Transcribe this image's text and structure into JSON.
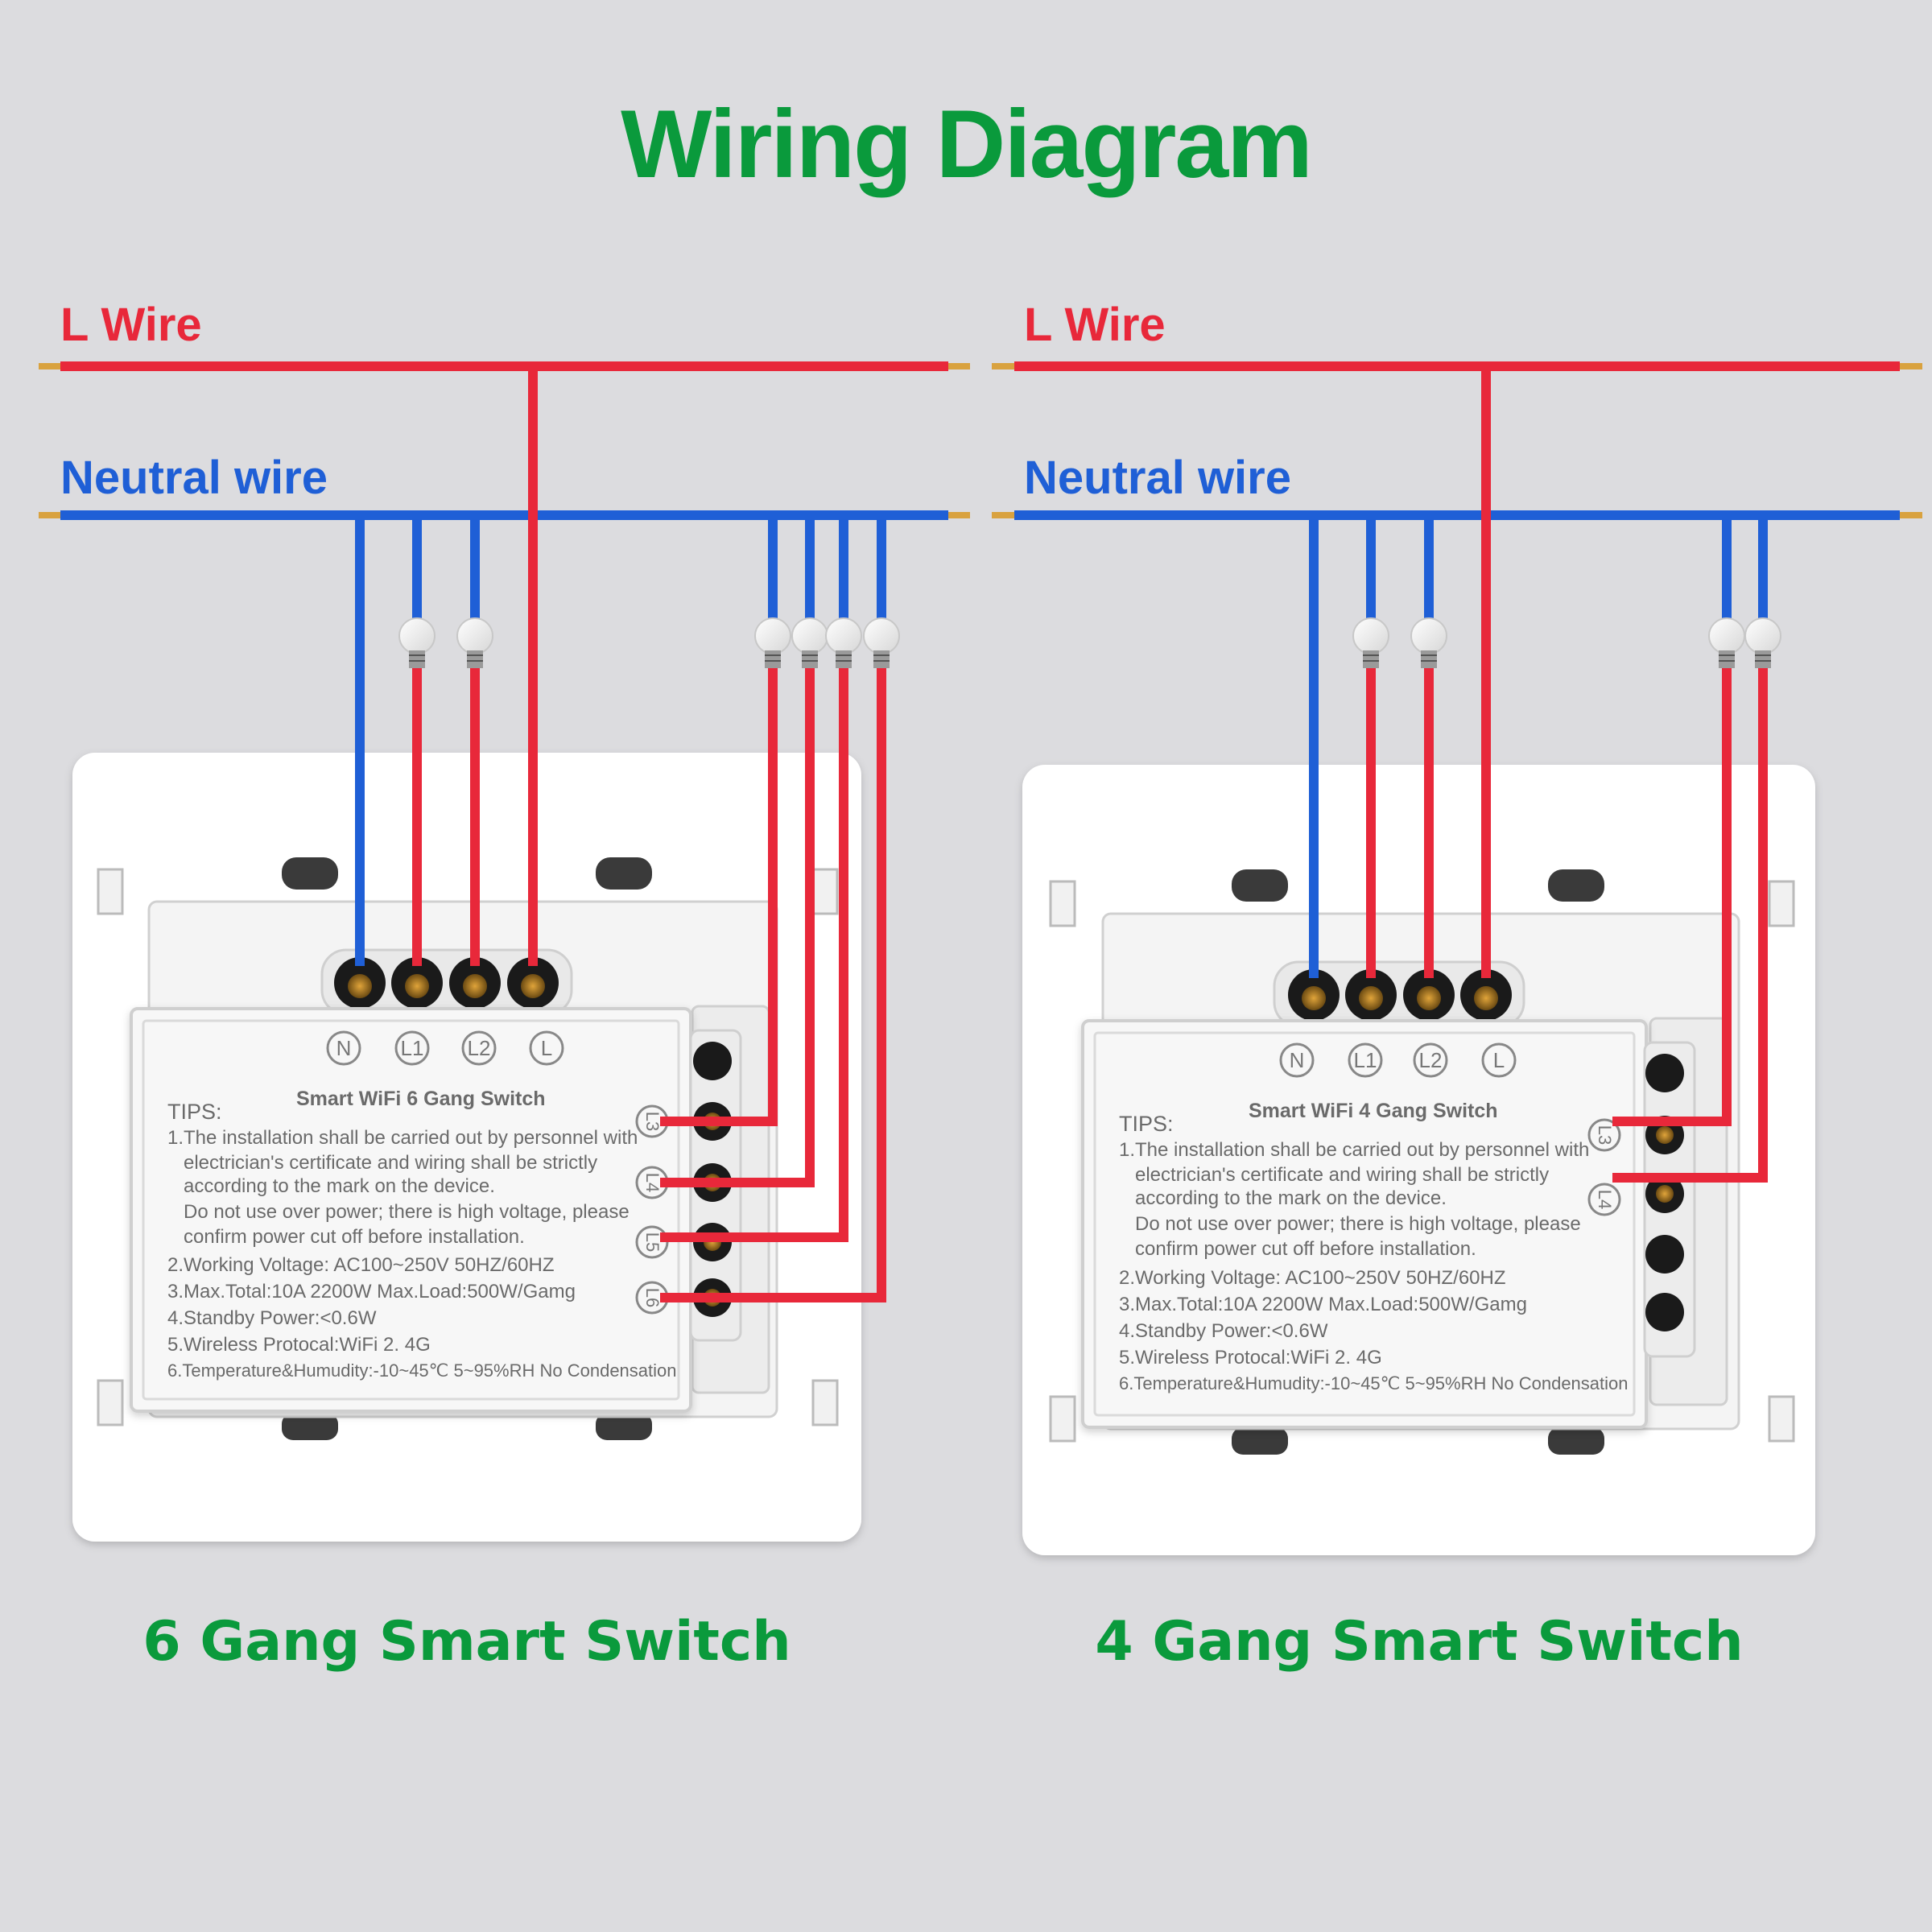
{
  "title": "Wiring Diagram",
  "colors": {
    "title_green": "#0a9a3c",
    "live_red": "#e8283a",
    "neutral_blue": "#1f5fd6",
    "background": "#dcdcdf"
  },
  "left_panel": {
    "l_wire_label": "L Wire",
    "neutral_wire_label": "Neutral wire",
    "caption": "6 Gang Smart Switch",
    "module": {
      "top_terminals": [
        "N",
        "L1",
        "L2",
        "L"
      ],
      "side_terminals": [
        "L3",
        "L4",
        "L5",
        "L6"
      ],
      "heading": "Smart WiFi  6 Gang Switch",
      "tips_title": "TIPS:",
      "tips": [
        "1.The installation shall be carried out by personnel with",
        "electrician's certificate and wiring shall be strictly",
        "according to the mark on the device.",
        "Do not use over power; there is high voltage, please",
        "confirm power cut off before installation.",
        "2.Working Voltage: AC100~250V   50HZ/60HZ",
        "3.Max.Total:10A 2200W   Max.Load:500W/Gamg",
        "4.Standby Power:<0.6W",
        "5.Wireless Protocal:WiFi 2. 4G",
        "6.Temperature&Humudity:-10~45℃ 5~95%RH No Condensation"
      ]
    }
  },
  "right_panel": {
    "l_wire_label": "L Wire",
    "neutral_wire_label": "Neutral wire",
    "caption": "4 Gang Smart Switch",
    "module": {
      "top_terminals": [
        "N",
        "L1",
        "L2",
        "L"
      ],
      "side_terminals": [
        "L3",
        "L4"
      ],
      "heading": "Smart WiFi  4 Gang Switch",
      "tips_title": "TIPS:",
      "tips": [
        "1.The installation shall be carried out by personnel with",
        "electrician's certificate and wiring shall be strictly",
        "according to the mark on the device.",
        "Do not use over power; there is high voltage, please",
        "confirm power cut off before installation.",
        "2.Working Voltage: AC100~250V   50HZ/60HZ",
        "3.Max.Total:10A 2200W   Max.Load:500W/Gamg",
        "4.Standby Power:<0.6W",
        "5.Wireless Protocal:WiFi 2. 4G",
        "6.Temperature&Humudity:-10~45℃ 5~95%RH No Condensation"
      ]
    }
  }
}
